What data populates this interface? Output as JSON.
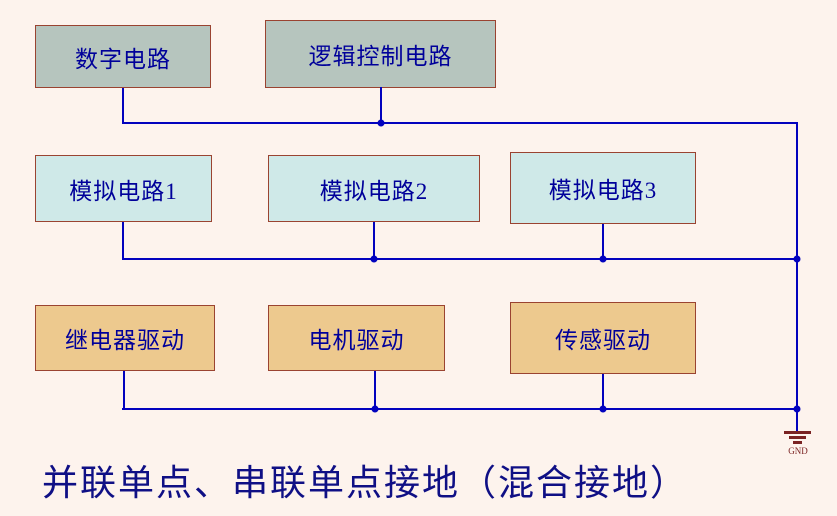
{
  "diagram": {
    "caption": "并联单点、串联单点接地（混合接地）",
    "ground": {
      "label": "GND"
    },
    "boxes": [
      {
        "name": "digital-circuit",
        "label": "数字电路"
      },
      {
        "name": "logic-control-circuit",
        "label": "逻辑控制电路"
      },
      {
        "name": "analog-circuit-1",
        "label": "模拟电路1"
      },
      {
        "name": "analog-circuit-2",
        "label": "模拟电路2"
      },
      {
        "name": "analog-circuit-3",
        "label": "模拟电路3"
      },
      {
        "name": "relay-drive",
        "label": "继电器驱动"
      },
      {
        "name": "motor-drive",
        "label": "电机驱动"
      },
      {
        "name": "sensor-drive",
        "label": "传感驱动"
      }
    ],
    "colors": {
      "background": "#fdf3ed",
      "wire": "#0202be",
      "digital_fill": "#b6c5be",
      "analog_fill": "#cfe9e8",
      "driver_fill": "#edc98e",
      "box_border": "#9a4331",
      "box_text": "#00009a",
      "caption_text": "#0f0f85",
      "ground_symbol": "#7a2222"
    }
  }
}
